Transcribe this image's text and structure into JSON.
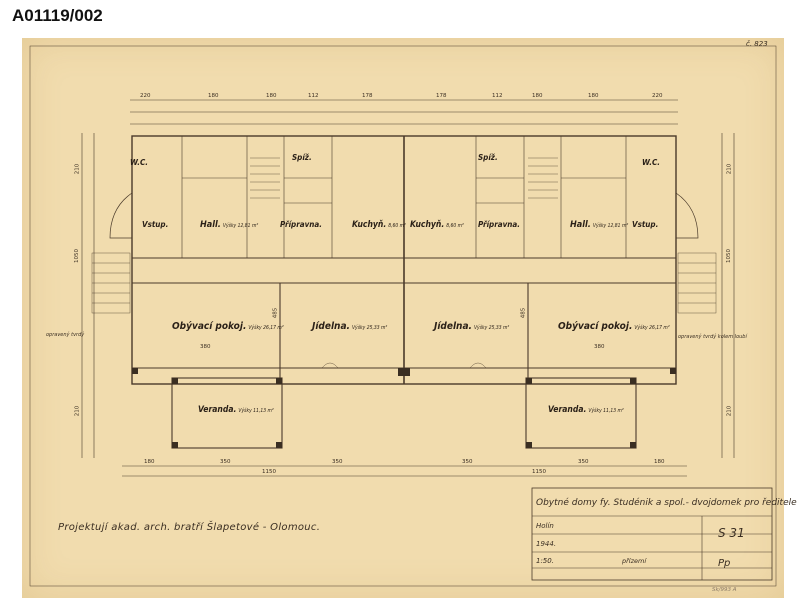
{
  "catalog_id": "A01119/002",
  "sheet_mark": "č. 823",
  "title_block": {
    "title": "Obytné domy fy. Studénik a spol.- dvojdomek pro ředitele",
    "location": "Holín",
    "sheet_number": "S 31",
    "year": "1944.",
    "scale": "1:50.",
    "floor": "přízemí",
    "initials": "Pp"
  },
  "architect_credit": "Projektují akad. arch. bratří Šlapetové - Olomouc.",
  "bottom_note": "Sk/993 A",
  "rooms": {
    "left": {
      "wc": "W.C.",
      "vstup": "Vstup.",
      "hall": "Hall.",
      "hall_area": "Výšky 12,81 m²",
      "spiz": "Spíž.",
      "pripravna": "Přípravna.",
      "kuchyn": "Kuchyň.",
      "kuchyn_area": "8,60 m²",
      "obyvaci": "Obývací pokoj.",
      "obyvaci_area": "Výšky 26,17 m²",
      "jidelna": "Jídelna.",
      "jidelna_area": "Výšky 25,33 m²",
      "veranda": "Veranda.",
      "veranda_area": "Výšky 11,13 m²"
    },
    "right": {
      "wc": "W.C.",
      "vstup": "Vstup.",
      "hall": "Hall.",
      "hall_area": "Výšky 12,81 m²",
      "spiz": "Spíž.",
      "pripravna": "Přípravna.",
      "kuchyn": "Kuchyň.",
      "kuchyn_area": "8,60 m²",
      "obyvaci": "Obývací pokoj.",
      "obyvaci_area": "Výšky 26,17 m²",
      "jidelna": "Jídelna.",
      "jidelna_area": "Výšky 25,33 m²",
      "veranda": "Veranda.",
      "veranda_area": "Výšky 11,13 m²"
    }
  },
  "dimensions": {
    "top": [
      "220",
      "180",
      "180",
      "112",
      "178",
      "178",
      "112",
      "180",
      "180",
      "220"
    ],
    "bottom_row1": [
      "180",
      "350",
      "350",
      "350",
      "350",
      "180"
    ],
    "bottom_row2": [
      "1150",
      "1150"
    ],
    "side_left": [
      "210",
      "1050",
      "210"
    ],
    "side_right": [
      "210",
      "1050",
      "210"
    ],
    "interior": [
      "485",
      "485",
      "380",
      "380"
    ]
  },
  "notes": {
    "left_door": "opravený tvrdý",
    "right_door": "opravený tvrdý kolem loubí"
  }
}
